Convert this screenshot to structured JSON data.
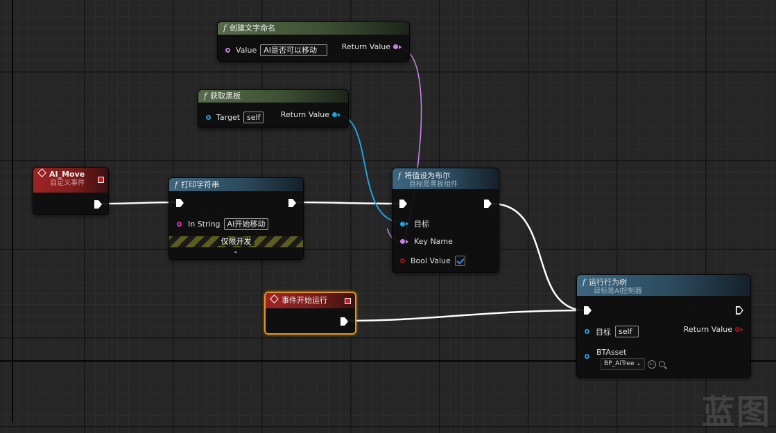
{
  "nodes": {
    "create_text_name": {
      "title": "创建文字命名",
      "value_label": "Value",
      "value_field": "AI是否可以移动",
      "return_label": "Return Value"
    },
    "get_blackboard": {
      "title": "获取黑板",
      "target_label": "Target",
      "target_field": "self",
      "return_label": "Return Value"
    },
    "ai_move": {
      "title": "AI_Move",
      "subtitle": "自定义事件"
    },
    "print_string": {
      "title": "打印字符串",
      "in_string_label": "In String",
      "in_string_field": "AI开始移动",
      "dev_only": "仅限开发",
      "expand_icon": "chevron-down-icon"
    },
    "set_value_bool": {
      "title": "将值设为布尔",
      "subtitle": "目标是黑板组件",
      "target_label": "目标",
      "key_name_label": "Key Name",
      "bool_value_label": "Bool Value",
      "bool_value": true
    },
    "begin_play": {
      "title": "事件开始运行"
    },
    "run_behavior_tree": {
      "title": "运行行为树",
      "subtitle": "目标是AI控制器",
      "target_label": "目标",
      "target_field": "self",
      "return_label": "Return Value",
      "btasset_label": "BTAsset",
      "btasset_value": "BP_AiTree"
    }
  },
  "watermark": "蓝图",
  "colors": {
    "exec_wire": "#ffffff",
    "string_pin": "#c782e6",
    "object_pin": "#1fa3dc",
    "bool_pin": "#a01515",
    "selection": "#e2961c"
  }
}
